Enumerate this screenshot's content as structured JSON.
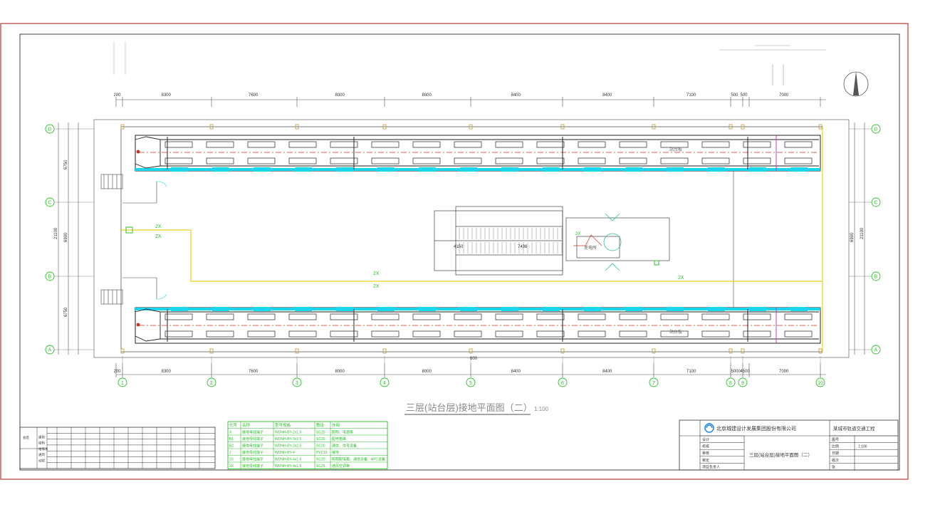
{
  "colors": {
    "border_red": "#b23a3a",
    "frame": "#444444",
    "dim": "#333333",
    "cyan": "#18d6ee",
    "yellow": "#e6d21a",
    "green": "#2bbf2b",
    "red_line": "#c0392b",
    "magenta": "#c838c8",
    "orange": "#c8a050"
  },
  "drawing": {
    "title": "三层(站台层)接地平面图（二）",
    "scale": "1:100"
  },
  "dims": {
    "top": [
      "200",
      "8300",
      "7600",
      "8000",
      "8000",
      "8400",
      "8400",
      "7100",
      "500",
      "500",
      "7000"
    ],
    "bottom": [
      "200",
      "8300",
      "7600",
      "8000",
      "8000",
      "8400",
      "8400",
      "7100",
      "5000",
      "4500",
      "7000"
    ],
    "left_outer": "21100",
    "left_a": "6750",
    "left_b": "6900",
    "left_c": "6750",
    "right_outer": "21100",
    "right_mid": "6900",
    "escalator_a": "4150",
    "escalator_b": "7436",
    "mid_mark": "600"
  },
  "axes": {
    "cols": [
      "1",
      "2",
      "3",
      "4",
      "5",
      "6",
      "7",
      "8",
      "9",
      "10"
    ],
    "rows": [
      "D",
      "C",
      "B",
      "A"
    ]
  },
  "cable_labels": {
    "a": "2X",
    "b": "2X",
    "c": "2X",
    "d": "2X",
    "e": "2X",
    "f": "2X"
  },
  "platform_label": "站台板",
  "room_label": "变电所",
  "legend": {
    "headers": [
      "代号",
      "名称",
      "型号规格",
      "敷设",
      "作用"
    ],
    "rows": [
      [
        "X",
        "接地母线端子",
        "WDNH-BY-2x1.5",
        "SC20",
        "照明、电源等"
      ],
      [
        "B1",
        "接地母线端子",
        "WDNH-BY-3x2.5",
        "SC20",
        "配电箱等"
      ],
      [
        "B2",
        "接地母线端子",
        "WDNH-BY-2x2.5",
        "SC20",
        "通信、信号设备"
      ],
      [
        "J",
        "接地母线端子",
        "WDNH-BY-4",
        "PVC16",
        "接地"
      ],
      [
        "2X",
        "接地母线端子",
        "WDNH-BY-4x1.5",
        "SC20",
        "照明配电箱、通信设备、AFC设备"
      ],
      [
        "3X",
        "接地母线端子",
        "WDNH-BY-4x1.5",
        "SC25",
        "通风空调等"
      ]
    ]
  },
  "titleblock": {
    "company": "北京城建设计发展集团股份有限公司",
    "project": "某城市轨道交通工程",
    "sheet_title": "三层(站台层)接地平面图（二）",
    "rows_left": [
      "设计",
      "校核",
      "审核",
      "审定",
      "项目负责人"
    ],
    "info": [
      "图号",
      "比例",
      "日期",
      "版次",
      "张"
    ],
    "info_values": [
      "",
      "1:100",
      "",
      "",
      ""
    ]
  },
  "left_table": {
    "labels": [
      "会签",
      "建筑",
      "结构",
      "给排水",
      "通风",
      "动照"
    ]
  }
}
